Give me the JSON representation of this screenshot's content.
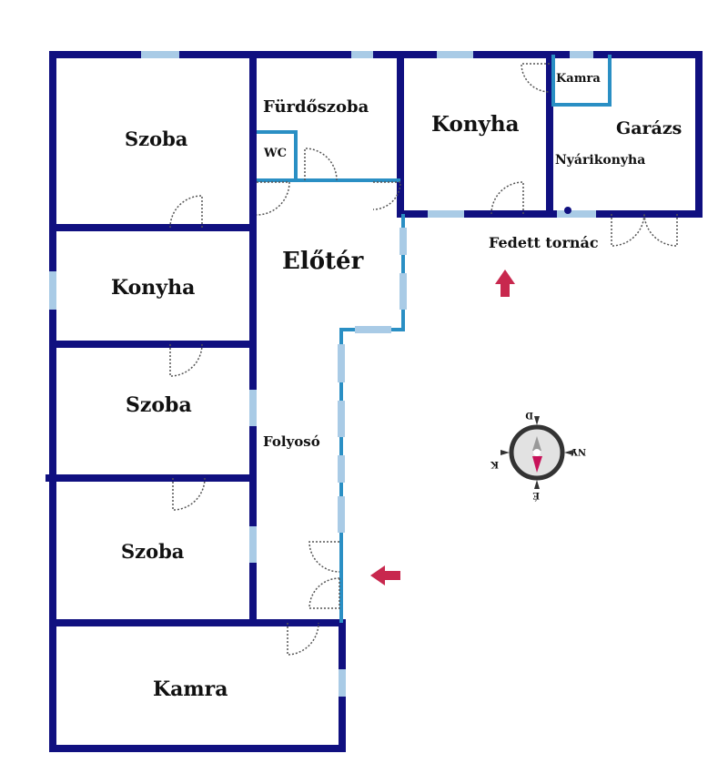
{
  "rooms": {
    "szoba_1": "Szoba",
    "konyha_left": "Konyha",
    "szoba_2": "Szoba",
    "szoba_3": "Szoba",
    "kamra_bottom": "Kamra",
    "furdoszoba": "Fürdőszoba",
    "wc": "WC",
    "eloter": "Előtér",
    "folyoso": "Folyosó",
    "konyha_top": "Konyha",
    "kamra_small": "Kamra",
    "garazs": "Garázs",
    "nyarikonyha": "Nyárikonyha",
    "fedett_tornac": "Fedett tornác"
  },
  "compass": {
    "north": "É",
    "south": "D",
    "east": "K",
    "west": "NY"
  },
  "colors": {
    "wall": "#101080",
    "thin_wall": "#2a8fc4",
    "window": "#a9cbe6",
    "arrow": "#c8284e"
  }
}
